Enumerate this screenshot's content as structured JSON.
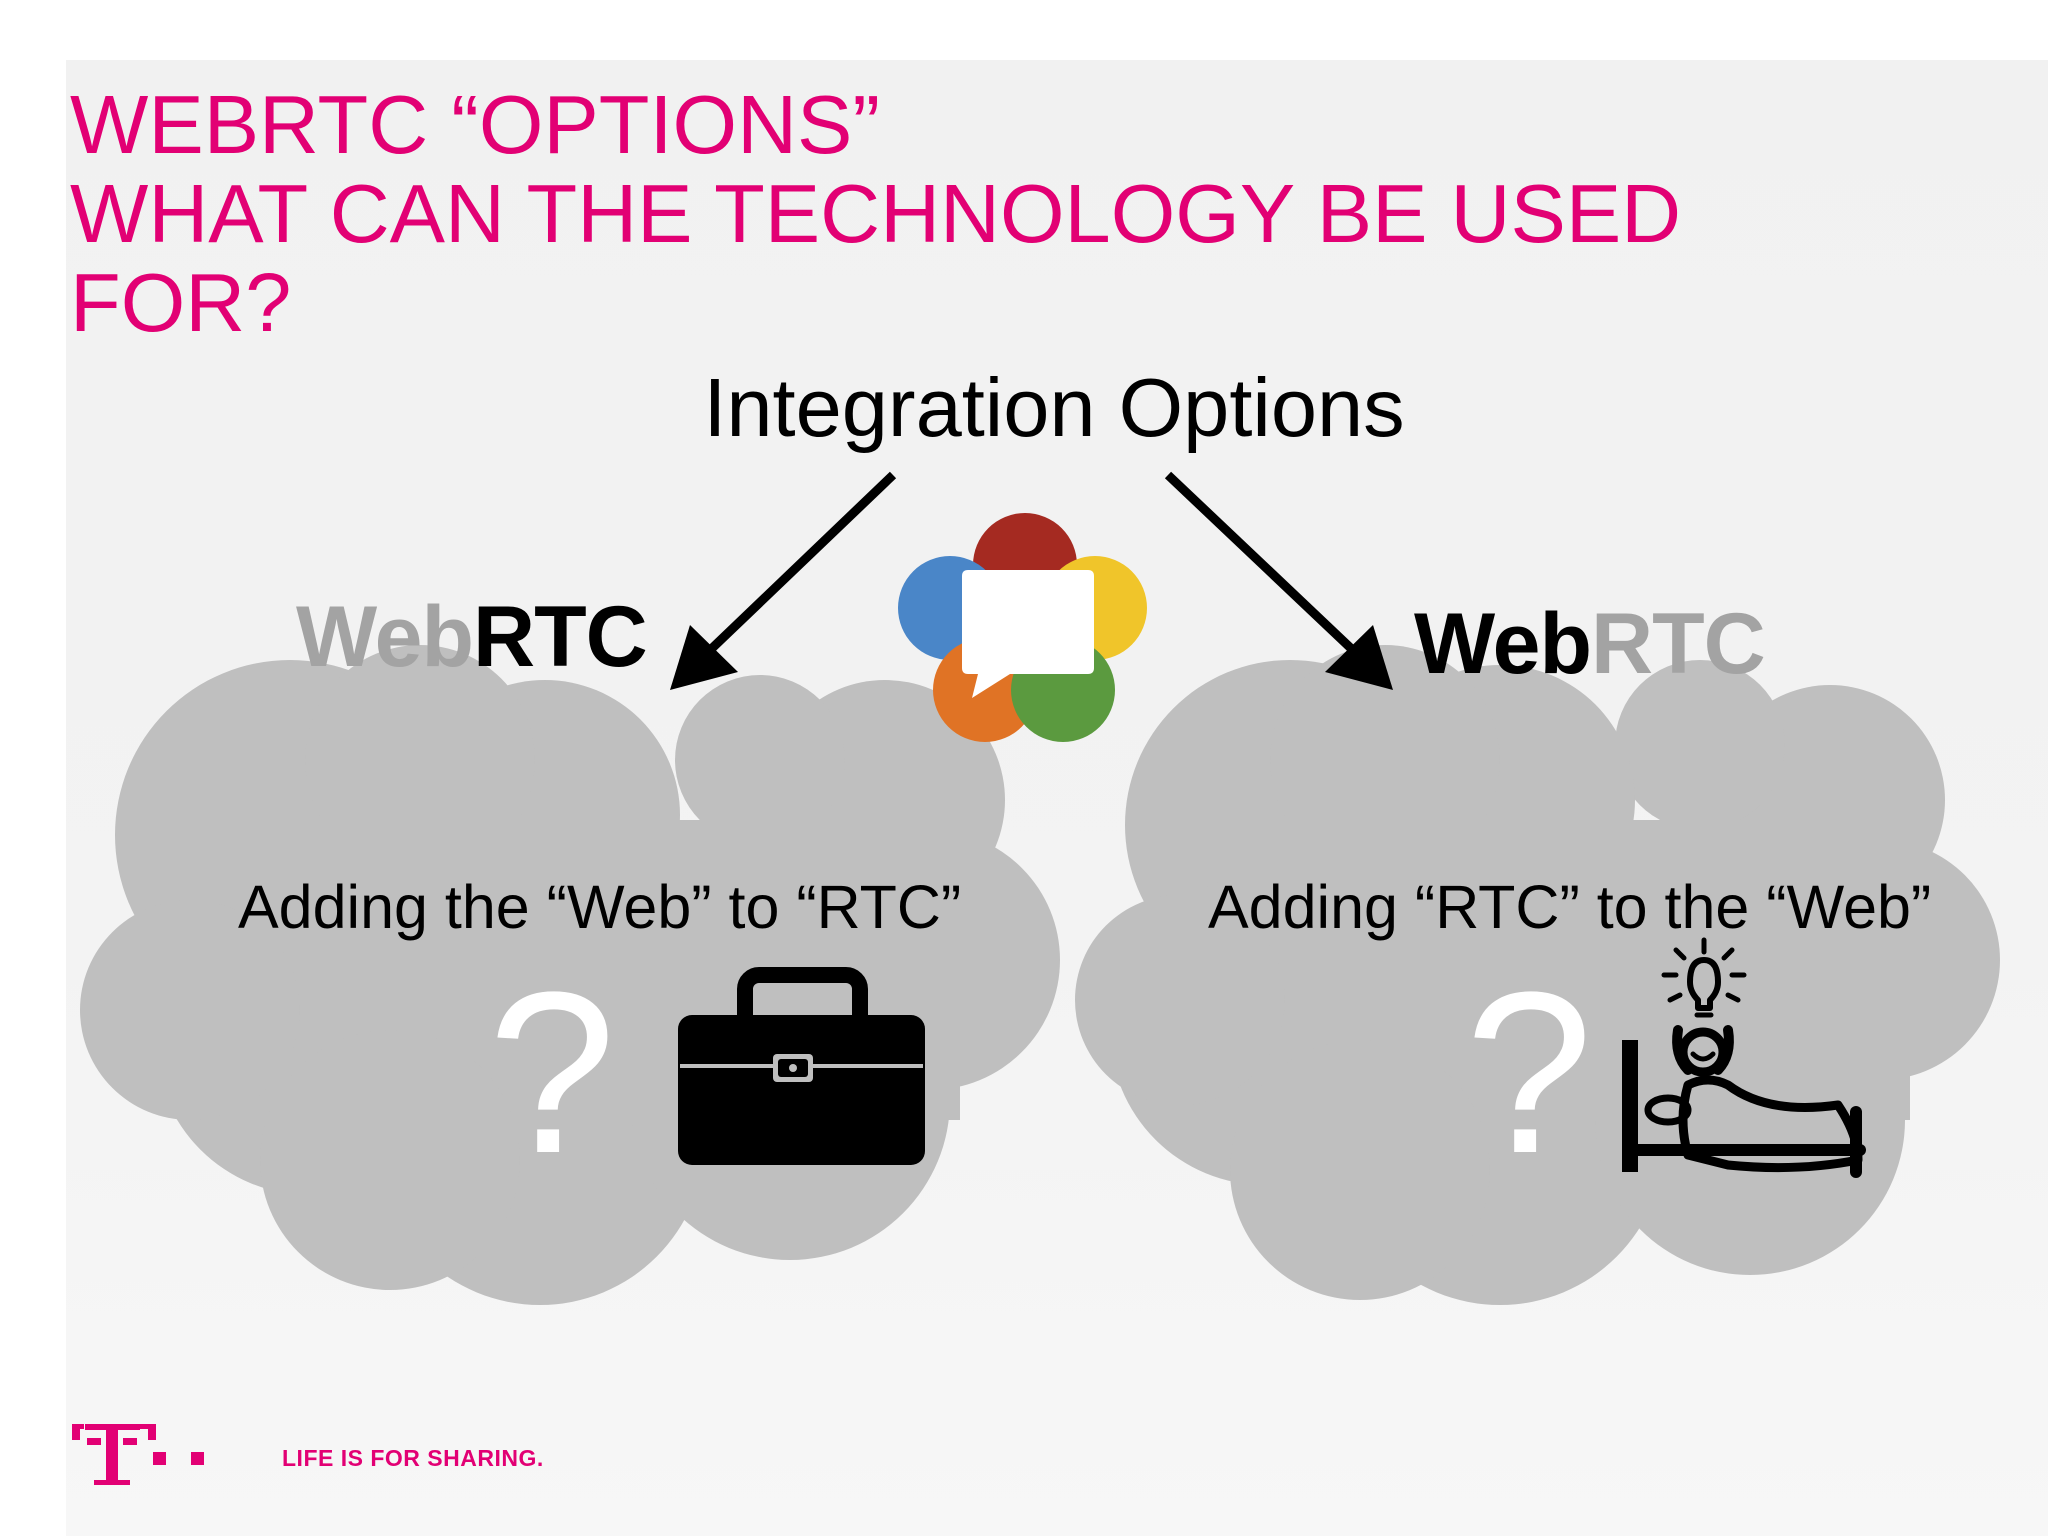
{
  "slide": {
    "title_lines": [
      "WEBRTC “OPTIONS”",
      "WHAT CAN THE TECHNOLOGY BE USED",
      "FOR?"
    ],
    "subtitle": "Integration Options"
  },
  "left": {
    "wordmark_part1": "Web",
    "wordmark_part2": "RTC",
    "caption": "Adding the “Web” to “RTC”",
    "question": "?",
    "icon": "briefcase-icon"
  },
  "right": {
    "wordmark_part1": "Web",
    "wordmark_part2": "RTC",
    "caption": "Adding “RTC” to the “Web”",
    "question": "?",
    "icon": "person-waking-up-idea-icon"
  },
  "logo": {
    "name": "webrtc-logo-icon"
  },
  "footer": {
    "brand_icon": "telekom-t-logo",
    "tagline": "LIFE IS FOR SHARING."
  },
  "colors": {
    "brand_magenta": "#e20074",
    "cloud_gray": "#bfbfbf",
    "wordmark_gray": "#a3a3a3",
    "petal_red": "#a52a21",
    "petal_blue": "#4a86c8",
    "petal_yellow": "#f0c52a",
    "petal_orange": "#e07325",
    "petal_green": "#5b9a3f"
  }
}
